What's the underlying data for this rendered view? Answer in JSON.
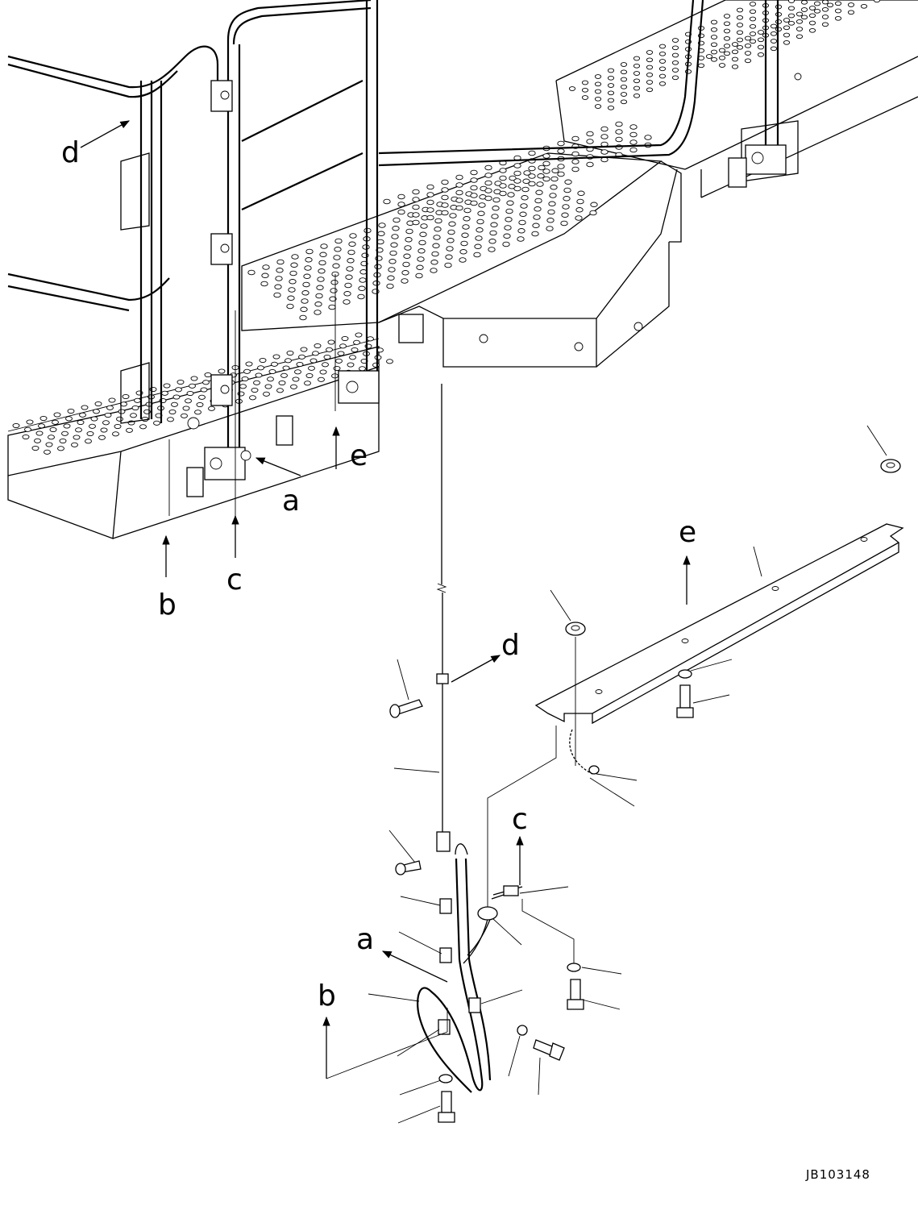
{
  "diagram": {
    "drawing_code": "JB103148",
    "callout_letters": [
      "a",
      "b",
      "c",
      "d",
      "e"
    ],
    "line_color": "#000000",
    "background_color": "#ffffff"
  }
}
